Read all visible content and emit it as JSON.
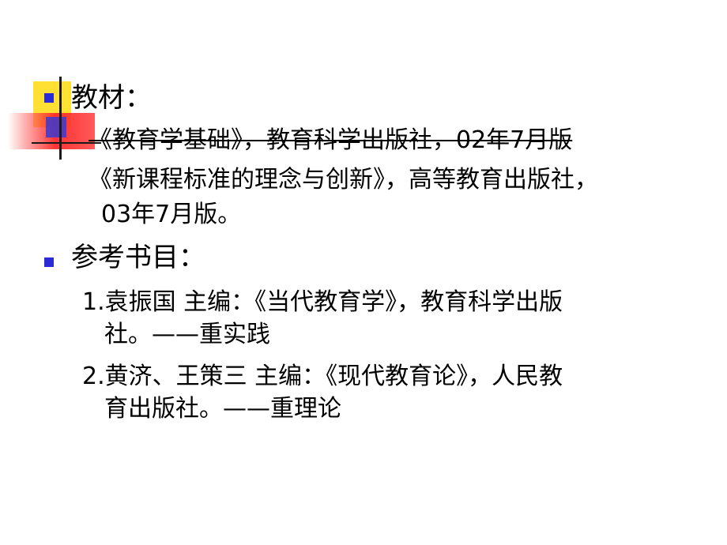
{
  "slide": {
    "textbook": {
      "heading": "教材：",
      "items": [
        "《教育学基础》，教育科学出版社，02年7月版",
        "《新课程标准的理念与创新》，高等教育出版社，",
        "03年7月版。"
      ]
    },
    "references": {
      "heading": "参考书目：",
      "items": [
        "1.袁振国 主编：《当代教育学》，教育科学出版",
        "社。——重实践",
        "2.黄济、王策三 主编：《现代教育论》，人民教",
        "育出版社。——重理论"
      ]
    }
  },
  "colors": {
    "bullet": "#2b2bd6",
    "ornament_yellow": "#ffe033",
    "ornament_red": "#ff2828",
    "ornament_blue": "#3a3ad0"
  },
  "icons": {
    "bullet": "square-bullet-icon",
    "ornament": "corner-ornament-icon"
  }
}
